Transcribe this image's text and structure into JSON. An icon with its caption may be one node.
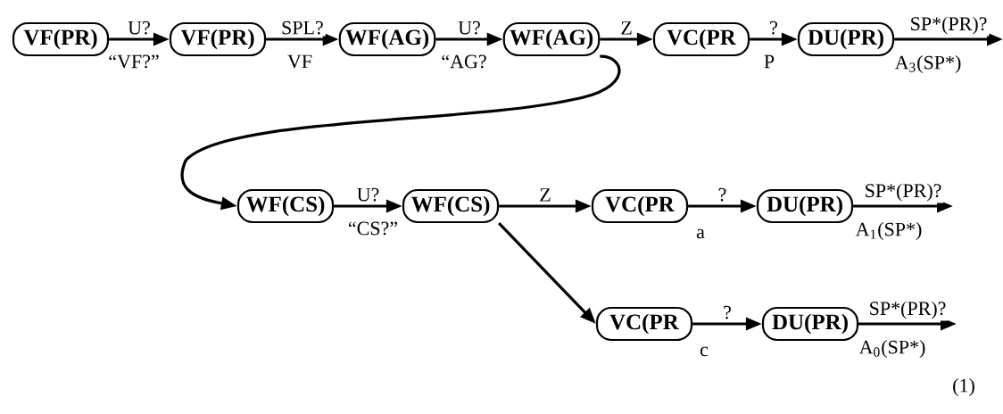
{
  "diagram": {
    "nodes": [
      {
        "text": [
          "**VF(PR)**"
        ]
      },
      {
        "text": [
          "**VF(PR)**"
        ]
      },
      {
        "text": [
          "**WF(AG)**"
        ]
      },
      {
        "text": [
          "**WF(AG)**"
        ]
      },
      {
        "text": [
          "**VC(PR**"
        ]
      },
      {
        "text": [
          "**DU(PR)**"
        ]
      },
      {
        "text": [
          "**WF(CS)**"
        ]
      },
      {
        "text": [
          "**WF(CS)**"
        ]
      },
      {
        "text": [
          "**VC(PR**"
        ]
      },
      {
        "text": [
          "**DU(PR)**"
        ]
      },
      {
        "text": [
          "**VC(PR**"
        ]
      },
      {
        "text": [
          "**DU(PR)**"
        ]
      }
    ],
    "edges": [
      {
        "from": 0,
        "to": 1,
        "arrow": "to",
        "label": "U?"
      },
      {
        "from": 1,
        "to": 2,
        "arrow": "to",
        "label": "SPL?"
      },
      {
        "from": 2,
        "to": 3,
        "arrow": "to",
        "label": "U?"
      },
      {
        "from": 3,
        "to": 4,
        "arrow": "to",
        "label": "Z"
      },
      {
        "from": 4,
        "to": 5,
        "arrow": "to",
        "label": "?"
      },
      {
        "from": 5,
        "to": null,
        "arrow": "to",
        "label": "SP*(PR)?"
      },
      {
        "from": 3,
        "to": 6,
        "arrow": "to"
      },
      {
        "from": 6,
        "to": 7,
        "arrow": "to",
        "label": "U?"
      },
      {
        "from": 7,
        "to": 8,
        "arrow": "to",
        "label": "Z"
      },
      {
        "from": 8,
        "to": 9,
        "arrow": "to",
        "label": "?"
      },
      {
        "from": 9,
        "to": null,
        "arrow": "to",
        "label": "SP*(PR)?"
      },
      {
        "from": 7,
        "to": 10,
        "arrow": "to"
      },
      {
        "from": 10,
        "to": 11,
        "arrow": "to",
        "label": "?"
      },
      {
        "from": 11,
        "to": null,
        "arrow": "to",
        "label": "SP*(PR)?"
      }
    ],
    "labels": [
      "“VF?”",
      "VF",
      "“AG?",
      "P",
      "A$_{3}$(SP*)",
      "“CS?”",
      "a",
      "A$_{1}$(SP*)",
      "c",
      "A$_{0}$(SP*)",
      "(1)"
    ]
  }
}
